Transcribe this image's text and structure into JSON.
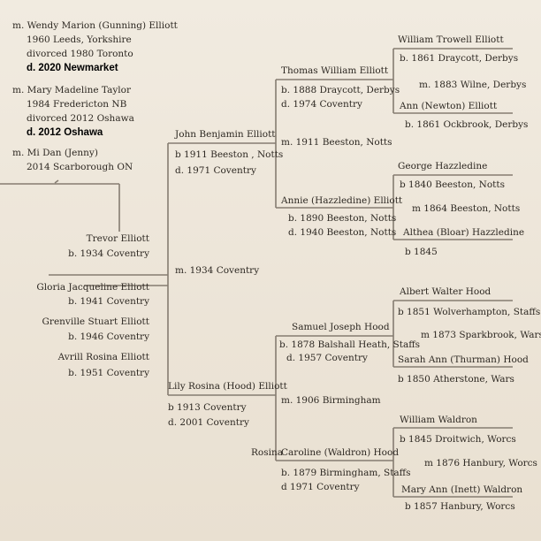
{
  "spouses": [
    {
      "marriage": "m. Wendy Marion (Gunning) Elliott",
      "birth": "1960 Leeds, Yorkshire",
      "divorce": "divorced 1980  Toronto",
      "death": "d. 2020 Newmarket"
    },
    {
      "marriage": "m. Mary Madeline Taylor",
      "birth": "1984 Fredericton NB",
      "divorce": "divorced 2012 Oshawa",
      "death": "d. 2012 Oshawa"
    },
    {
      "marriage": "m. Mi Dan (Jenny)",
      "birth": "2014 Scarborough ON"
    }
  ],
  "subject": {
    "name": "Trevor Elliott",
    "birth": "b. 1934 Coventry"
  },
  "siblings": [
    {
      "name": "Gloria Jacqueline Elliott",
      "birth": "b. 1941 Coventry"
    },
    {
      "name": "Grenville Stuart Elliott",
      "birth": "b. 1946 Coventry"
    },
    {
      "name": "Avrill Rosina Elliott",
      "birth": "b. 1951 Coventry"
    }
  ],
  "parents_marriage": "m. 1934 Coventry",
  "father": {
    "name": "John Benjamin Elliott",
    "birth": "b 1911 Beeston , Notts",
    "death": "d. 1971 Coventry"
  },
  "mother": {
    "name": "Lily Rosina (Hood) Elliott",
    "birth": "b 1913 Coventry",
    "death": "d. 2001 Coventry"
  },
  "paternal_grandfather": {
    "name": "Thomas William Elliott",
    "birth": "b. 1888 Draycott, Derbys",
    "death": "d. 1974 Coventry"
  },
  "paternal_grandparents_marriage": "m. 1911 Beeston, Notts",
  "paternal_grandmother": {
    "name": "Annie (Hazzledine) Elliott",
    "birth": "b. 1890 Beeston, Notts",
    "death": "d. 1940 Beeston, Notts"
  },
  "maternal_grandfather": {
    "name": "Samuel Joseph Hood",
    "birth": "b. 1878 Balshall Heath, Staffs",
    "death": "d. 1957 Coventry"
  },
  "maternal_grandparents_marriage": "m. 1906 Birmingham",
  "maternal_grandmother": {
    "prefix": "Rosina",
    "name": "Caroline (Waldron) Hood",
    "birth": "b. 1879 Birmingham, Staffs",
    "death": "d 1971 Coventry"
  },
  "great_grandparents": [
    {
      "name": "William Trowell Elliott",
      "birth": "b. 1861 Draycott, Derbys"
    },
    {
      "marriage": "m. 1883 Wilne, Derbys"
    },
    {
      "name": "Ann (Newton) Elliott",
      "birth": "b. 1861 Ockbrook, Derbys"
    },
    {
      "name": "George Hazzledine",
      "birth": "b 1840 Beeston, Notts"
    },
    {
      "marriage": "m 1864 Beeston, Notts"
    },
    {
      "name": "Althea (Bloar) Hazzledine",
      "birth": "b 1845"
    },
    {
      "name": "Albert Walter Hood",
      "birth": "b 1851 Wolverhampton, Staffs"
    },
    {
      "marriage": "m 1873 Sparkbrook, Wars"
    },
    {
      "name": "Sarah Ann (Thurman) Hood",
      "birth": "b 1850 Atherstone, Wars"
    },
    {
      "name": "William Waldron",
      "birth": "b 1845 Droitwich, Worcs"
    },
    {
      "marriage": "m 1876 Hanbury, Worcs"
    },
    {
      "name": "Mary Ann (Inett) Waldron",
      "birth": "b 1857 Hanbury, Worcs"
    }
  ]
}
